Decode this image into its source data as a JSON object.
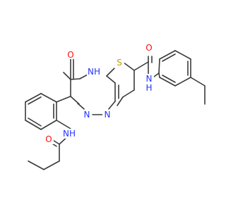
{
  "colors": {
    "bond": "#3a3a3a",
    "oxygen": "#ff0d0d",
    "nitrogen": "#2233ff",
    "sulfur": "#b3a300"
  },
  "atoms": {
    "o_ring": "O",
    "nh_ring": "NH",
    "s": "S",
    "o_amide": "O",
    "n_amide": "N",
    "h_amide": "H",
    "n_ring_left": "N",
    "n_ring_right": "N",
    "nh_aniline": "NH",
    "o_propanamide": "O"
  }
}
